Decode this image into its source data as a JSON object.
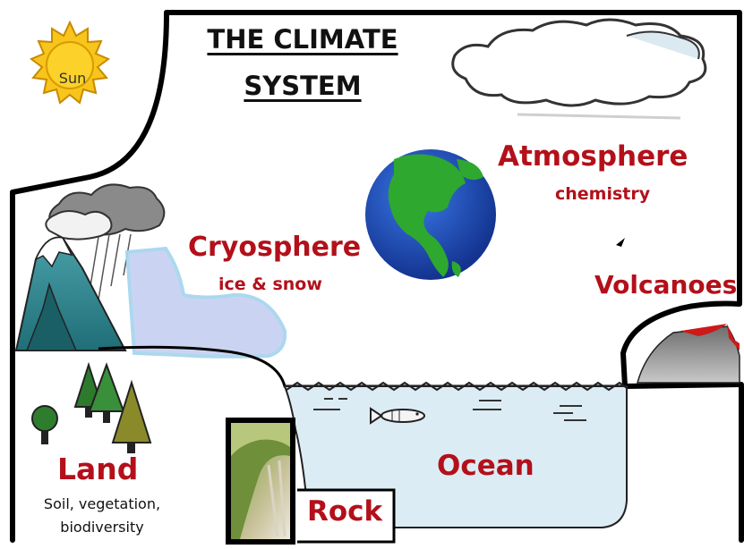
{
  "title": {
    "line1": "THE CLIMATE",
    "line2": "SYSTEM"
  },
  "sun": {
    "label": "Sun"
  },
  "components": {
    "atmosphere": {
      "name": "Atmosphere",
      "sub": "chemistry"
    },
    "cryosphere": {
      "name": "Cryosphere",
      "sub": "ice & snow"
    },
    "volcanoes": {
      "name": "Volcanoes"
    },
    "land": {
      "name": "Land",
      "sub1": "Soil, vegetation,",
      "sub2": "biodiversity"
    },
    "ocean": {
      "name": "Ocean"
    },
    "rock": {
      "name": "Rock"
    }
  },
  "colors": {
    "label_red": "#b3101a",
    "ocean": "#dcecf4",
    "glacier": "#c8d2f2",
    "earth_water": "#1f4fc4",
    "earth_land": "#2ea82e",
    "tree": "#2d7a2d",
    "sun": "#f7c51b"
  }
}
